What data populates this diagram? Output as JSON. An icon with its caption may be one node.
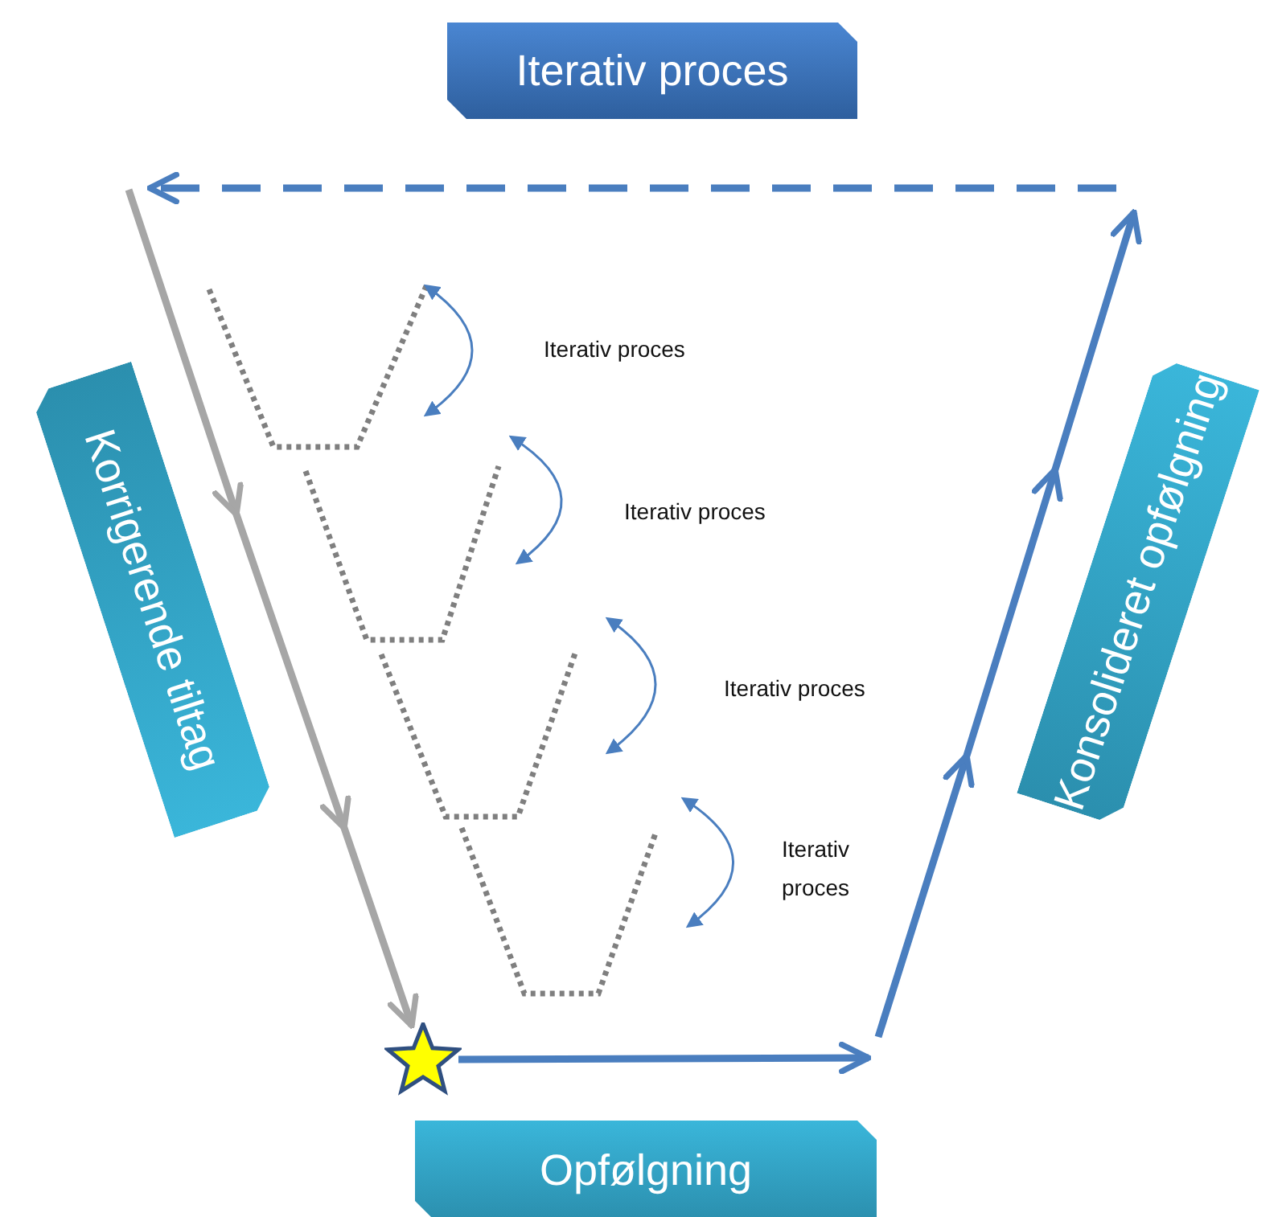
{
  "diagram": {
    "nodes": [
      {
        "text": [
          "Iterativ proces"
        ]
      },
      {
        "text": [
          "Korrigerende tiltag"
        ]
      },
      {
        "text": [
          "Konsolideret opfølgning"
        ]
      },
      {
        "text": [
          "Opfølgning"
        ]
      },
      {
        "text": [],
        "shape": "star"
      }
    ],
    "edges": [
      {
        "from": null,
        "to": 4,
        "arrow": "to",
        "color": "#a6a6a6"
      },
      {
        "from": 4,
        "to": null,
        "arrow": "to",
        "color": "#4a7ebf"
      }
    ],
    "labels": [
      "Iterativ proces",
      "Iterativ proces",
      "Iterativ proces",
      "Iterativ proces"
    ]
  }
}
